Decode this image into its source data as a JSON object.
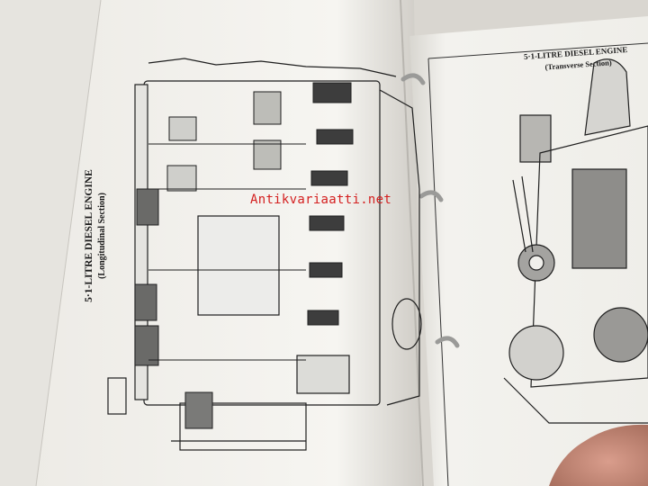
{
  "left_page": {
    "title": "5·1-LITRE DIESEL ENGINE",
    "subtitle": "(Longitudinal Section)"
  },
  "right_page": {
    "title": "5·1-LITRE DIESEL ENGINE",
    "subtitle": "(Transverse Section)"
  },
  "watermark": "Antikvariaatti.net",
  "colors": {
    "paper": "#f4f3ef",
    "ink": "#1f1f1f",
    "watermark": "#d42020",
    "binder_ring": "#9a9a98"
  }
}
